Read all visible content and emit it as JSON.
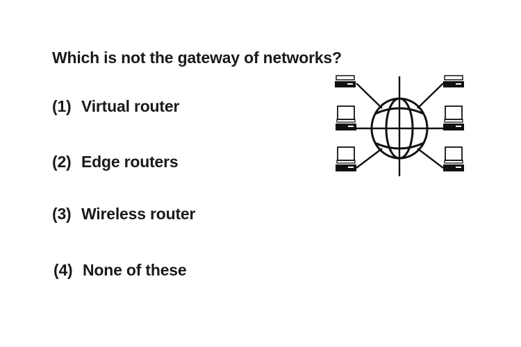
{
  "question": {
    "text": "Which is not the gateway of networks?"
  },
  "options": [
    {
      "number": "(1)",
      "label": "Virtual router"
    },
    {
      "number": "(2)",
      "label": "Edge routers"
    },
    {
      "number": "(3)",
      "label": "Wireless router"
    },
    {
      "number": "(4)",
      "label": "None of these"
    }
  ],
  "illustration": {
    "icon": "network-globe-icon",
    "node_icon": "computer-icon",
    "stroke_color": "#111111"
  }
}
